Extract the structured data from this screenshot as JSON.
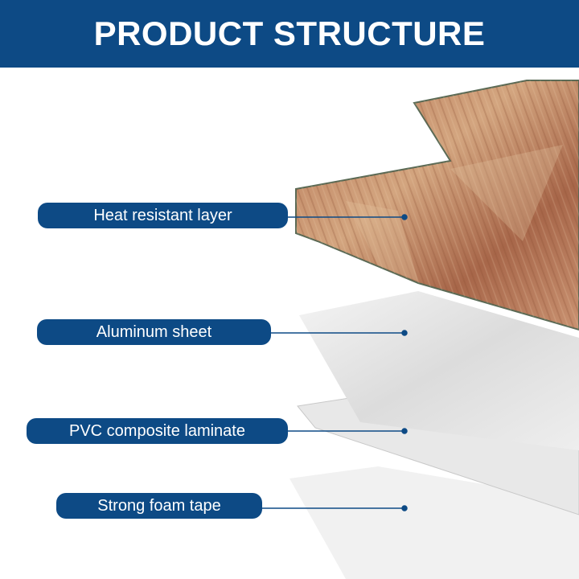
{
  "header": {
    "title": "PRODUCT STRUCTURE"
  },
  "layers": [
    {
      "label": "Heat resistant layer"
    },
    {
      "label": "Aluminum sheet"
    },
    {
      "label": "PVC composite laminate"
    },
    {
      "label": "Strong foam tape"
    }
  ],
  "colors": {
    "brand": "#0d4a85"
  }
}
